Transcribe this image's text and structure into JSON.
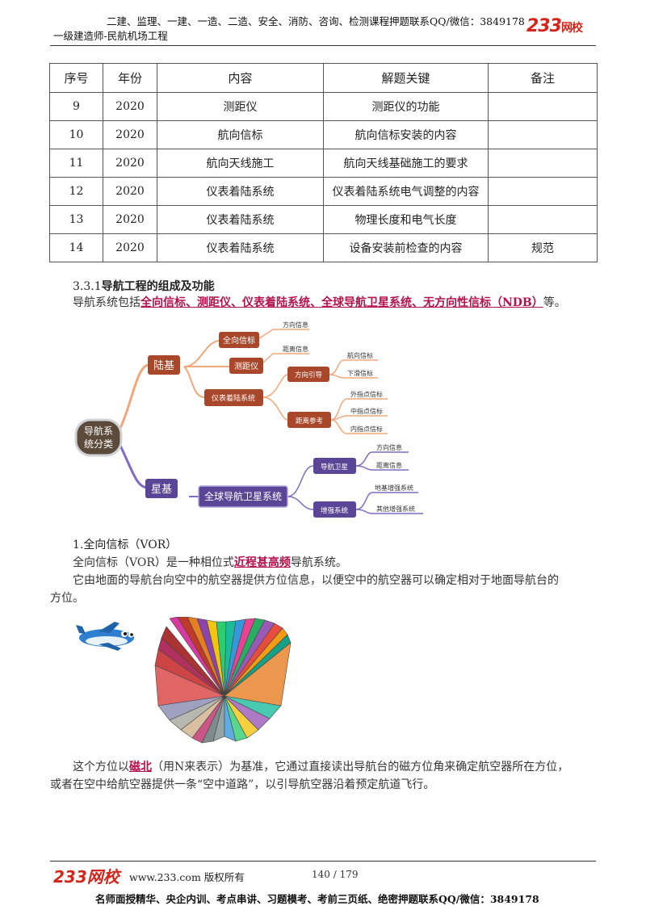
{
  "header": {
    "line1": "二建、监理、一建、一造、二造、安全、消防、咨询、检测课程押题联系QQ/微信：3849178",
    "line2": "一级建造师-民航机场工程",
    "logo_num": "233",
    "logo_text": "网校"
  },
  "table": {
    "headers": [
      "序号",
      "年份",
      "内容",
      "解题关键",
      "备注"
    ],
    "rows": [
      [
        "9",
        "2020",
        "测距仪",
        "测距仪的功能",
        ""
      ],
      [
        "10",
        "2020",
        "航向信标",
        "航向信标安装的内容",
        ""
      ],
      [
        "11",
        "2020",
        "航向天线施工",
        "航向天线基础施工的要求",
        ""
      ],
      [
        "12",
        "2020",
        "仪表着陆系统",
        "仪表着陆系统电气调整的内容",
        ""
      ],
      [
        "13",
        "2020",
        "仪表着陆系统",
        "物理长度和电气长度",
        ""
      ],
      [
        "14",
        "2020",
        "仪表着陆系统",
        "设备安装前检查的内容",
        "规范"
      ]
    ]
  },
  "section": {
    "num": "3.3.1",
    "title": "导航工程的组成及功能",
    "intro_prefix": "导航系统包括",
    "intro_highlight": "全向信标、测距仪、仪表着陆系统、全球导航卫星系统、无方向性信标（NDB）",
    "intro_suffix": "等。"
  },
  "mindmap": {
    "root": "导航系统分类",
    "land": "陆基",
    "sat": "星基",
    "vor": "全向信标",
    "vor_info": "方向信息",
    "dme": "测距仪",
    "dme_info": "距离信息",
    "ils": "仪表着陆系统",
    "dir_guide": "方向引导",
    "loc": "航向信标",
    "gs": "下滑信标",
    "dist_ref": "距离参考",
    "om": "外指点信标",
    "mm": "中指点信标",
    "im": "内指点信标",
    "gnss": "全球导航卫星系统",
    "nav_sat": "导航卫星",
    "sat_dir": "方向信息",
    "sat_dist": "距离信息",
    "aug": "增强系统",
    "gbas": "地基增强系统",
    "other_aug": "其他增强系统",
    "colors": {
      "land": "#a9472a",
      "sat": "#5a4596",
      "land_line": "#f0a87a",
      "sat_line": "#7e6bc4"
    }
  },
  "vor_section": {
    "heading": "1.全向信标（VOR）",
    "p1_prefix": "全向信标（VOR）是一种相位式",
    "p1_highlight": "近程甚高频",
    "p1_suffix": "导航系统。",
    "p2_line1": "它由地面的导航台向空中的航空器提供方位信息，以便空中的航空器可以确定相对于地面导航台的",
    "p2_line2": "方位。"
  },
  "bottom_para": {
    "l1_prefix": "这个方位以",
    "l1_highlight": "磁北",
    "l1_suffix": "（用N来表示）为基准，它通过直接读出导航台的磁方位角来确定航空器所在方位，",
    "l2": "或者在空中给航空器提供一条“空中道路”，以引导航空器沿着预定航道飞行。"
  },
  "footer": {
    "logo_num": "233",
    "logo_text": "网校",
    "site": "www.233.com 版权所有",
    "page": "140 / 179",
    "bottom": "名师面授精华、央企内训、考点串讲、习题模考、考前三页纸、绝密押题联系QQ/微信：3849178"
  }
}
